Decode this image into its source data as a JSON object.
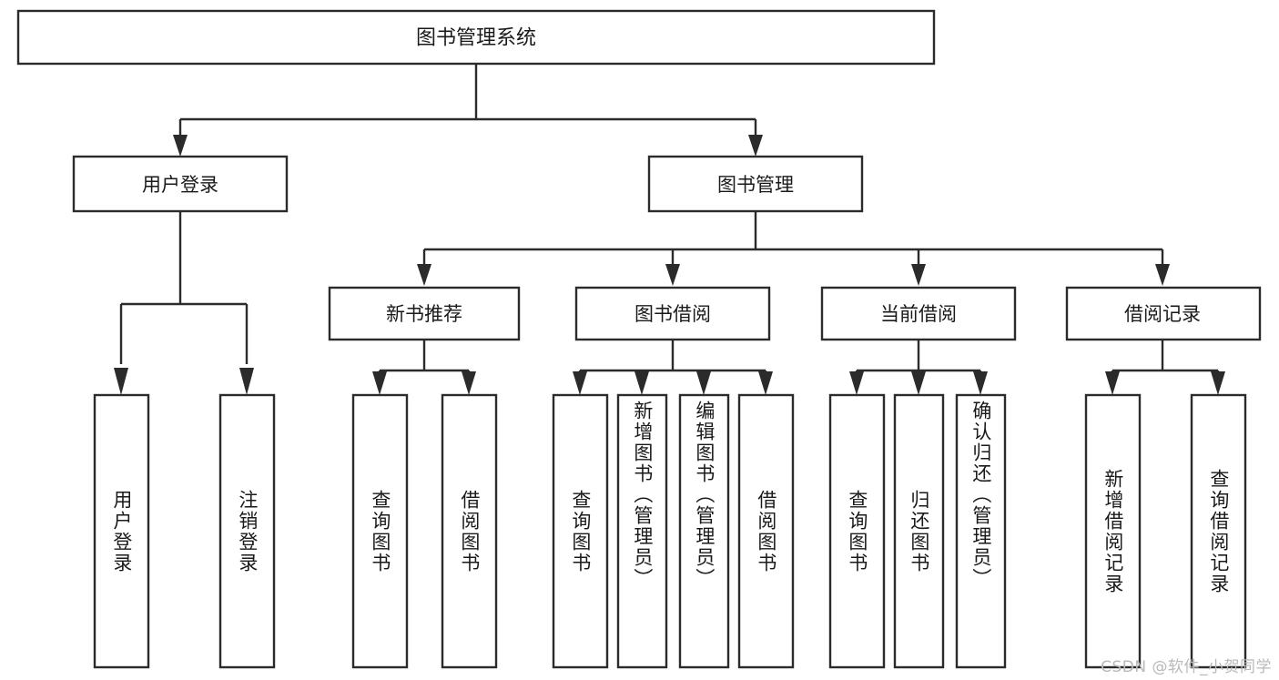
{
  "diagram": {
    "title_node": {
      "label": "图书管理系统"
    },
    "level2": [
      {
        "id": "user-login",
        "label": "用户登录"
      },
      {
        "id": "book-management",
        "label": "图书管理"
      }
    ],
    "level3": [
      {
        "id": "new-book-recommend",
        "label": "新书推荐"
      },
      {
        "id": "book-borrow",
        "label": "图书借阅"
      },
      {
        "id": "current-borrow",
        "label": "当前借阅"
      },
      {
        "id": "borrow-record",
        "label": "借阅记录"
      }
    ],
    "leaves": [
      {
        "id": "leaf-user-login",
        "parent": "user-login",
        "label": "用户登录"
      },
      {
        "id": "leaf-logout",
        "parent": "user-login",
        "label": "注销登录"
      },
      {
        "id": "leaf-query-book-1",
        "parent": "new-book-recommend",
        "label": "查询图书"
      },
      {
        "id": "leaf-borrow-book-1",
        "parent": "new-book-recommend",
        "label": "借阅图书"
      },
      {
        "id": "leaf-query-book-2",
        "parent": "book-borrow",
        "label": "查询图书"
      },
      {
        "id": "leaf-add-book",
        "parent": "book-borrow",
        "label": "新增图书（管理员）"
      },
      {
        "id": "leaf-edit-book",
        "parent": "book-borrow",
        "label": "编辑图书（管理员）"
      },
      {
        "id": "leaf-borrow-book-2",
        "parent": "book-borrow",
        "label": "借阅图书"
      },
      {
        "id": "leaf-query-book-3",
        "parent": "current-borrow",
        "label": "查询图书"
      },
      {
        "id": "leaf-return-book",
        "parent": "current-borrow",
        "label": "归还图书"
      },
      {
        "id": "leaf-confirm-return",
        "parent": "current-borrow",
        "label": "确认归还（管理员）"
      },
      {
        "id": "leaf-add-record",
        "parent": "borrow-record",
        "label": "新增借阅记录"
      },
      {
        "id": "leaf-query-record",
        "parent": "borrow-record",
        "label": "查询借阅记录"
      }
    ],
    "colors": {
      "box_stroke": "#2b2b2b",
      "box_fill": "#ffffff",
      "text": "#1a1a1a",
      "background": "#ffffff",
      "watermark": "#b9b9b9"
    }
  },
  "watermark": {
    "text": "CSDN @软件_小贺同学"
  }
}
